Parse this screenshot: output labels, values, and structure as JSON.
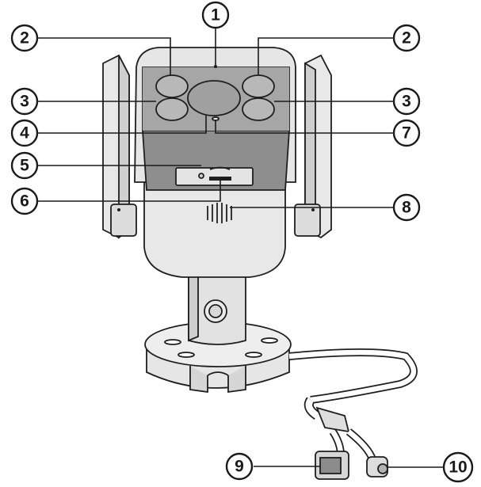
{
  "colors": {
    "outline": "#1f1f1f",
    "body": "#e6e6e6",
    "body_shade": "#cfcfcf",
    "front_panel": "#a8a8a8",
    "front_panel_dark": "#8c8c8c",
    "lens_dark": "#9a9a9a",
    "led": "#c2c2c2",
    "cable": "#ffffff"
  },
  "callouts": [
    {
      "label": "1"
    },
    {
      "label": "2"
    },
    {
      "label": "2"
    },
    {
      "label": "3"
    },
    {
      "label": "3"
    },
    {
      "label": "4"
    },
    {
      "label": "7"
    },
    {
      "label": "5"
    },
    {
      "label": "6"
    },
    {
      "label": "8"
    },
    {
      "label": "9"
    },
    {
      "label": "10"
    }
  ]
}
